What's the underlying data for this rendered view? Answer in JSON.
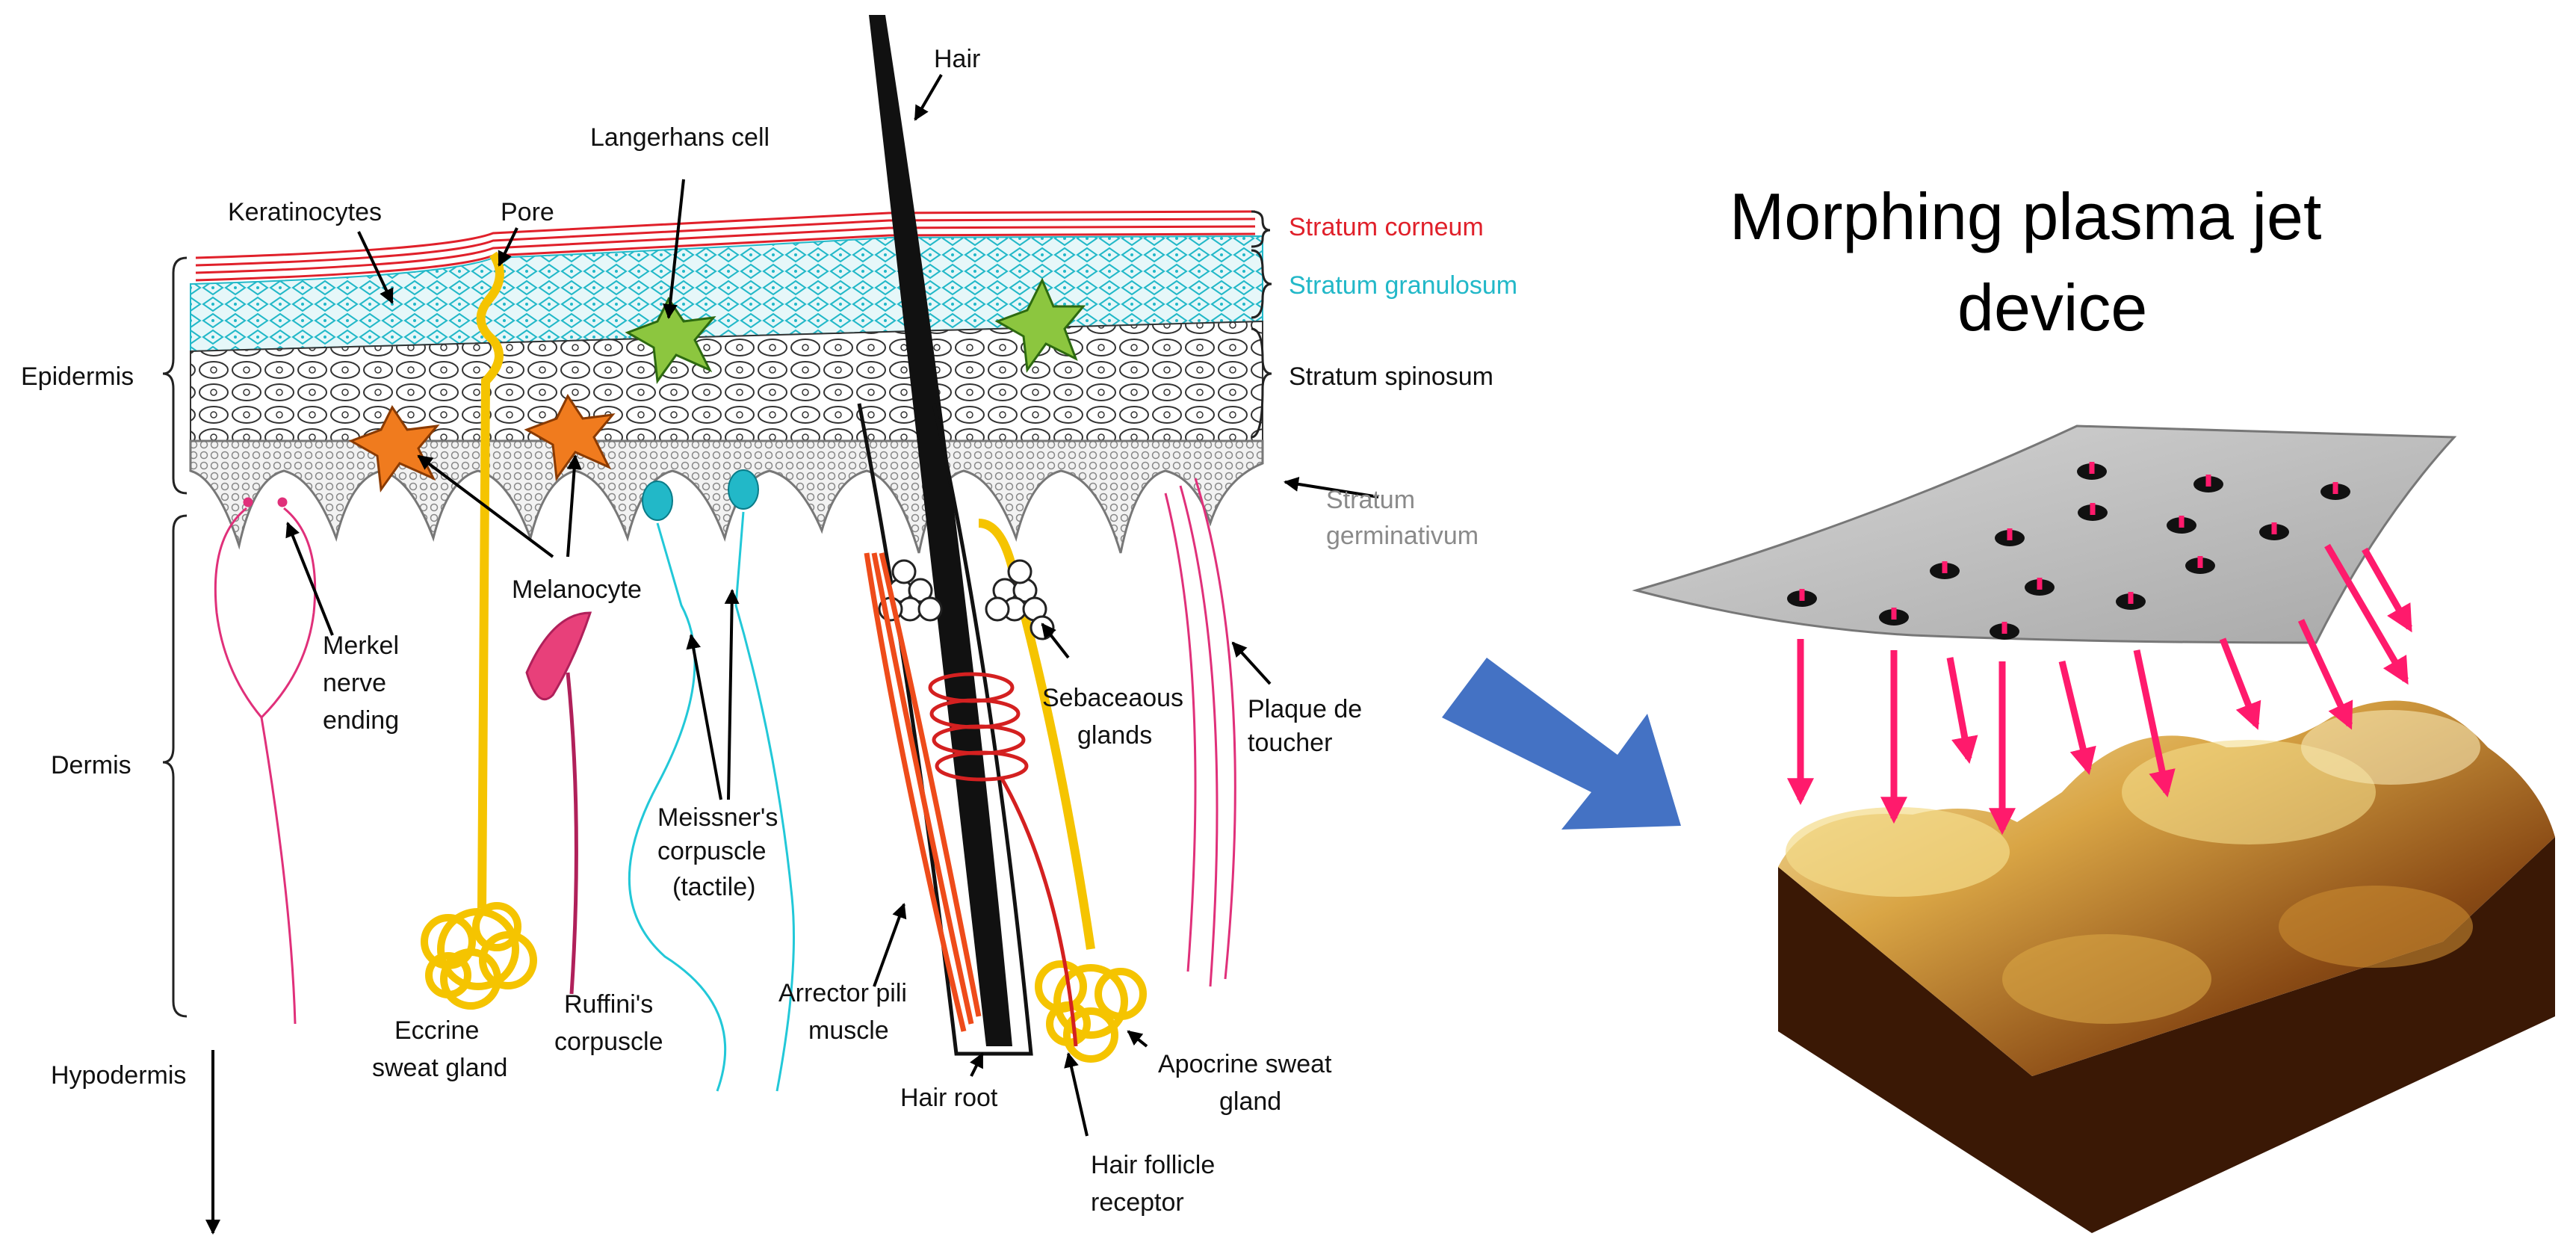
{
  "title": {
    "line1": "Morphing plasma jet",
    "line2": "device"
  },
  "colors": {
    "corneum": "#e0202a",
    "granulosum": "#22b8c8",
    "germinativum_text": "#8a8a8a",
    "pink_arrow": "#ff1a6c",
    "blue_arrow": "#4472c4",
    "gold": "#f5c400",
    "orange": "#f07b1e",
    "green_cell": "#8cc63f",
    "nerve_pink": "#e0307a",
    "cyan_nerve": "#22c8d8",
    "red_vessel": "#e03020"
  },
  "labels": {
    "hair": "Hair",
    "langerhans": "Langerhans cell",
    "keratinocytes": "Keratinocytes",
    "pore": "Pore",
    "stratum_corneum": "Stratum corneum",
    "stratum_granulosum": "Stratum granulosum",
    "stratum_spinosum": "Stratum spinosum",
    "stratum_germinativum_1": "Stratum",
    "stratum_germinativum_2": "germinativum",
    "epidermis": "Epidermis",
    "dermis": "Dermis",
    "hypodermis": "Hypodermis",
    "melanocyte": "Melanocyte",
    "merkel_1": "Merkel",
    "merkel_2": "nerve",
    "merkel_3": "ending",
    "sebaceous_1": "Sebaceaous",
    "sebaceous_2": "glands",
    "plaque_1": "Plaque de",
    "plaque_2": "toucher",
    "meissner_1": "Meissner's",
    "meissner_2": "corpuscle",
    "meissner_3": "(tactile)",
    "eccrine_1": "Eccrine",
    "eccrine_2": "sweat gland",
    "ruffini_1": "Ruffini's",
    "ruffini_2": "corpuscle",
    "arrector_1": "Arrector pili",
    "arrector_2": "muscle",
    "apocrine_1": "Apocrine sweat",
    "apocrine_2": "gland",
    "hair_root": "Hair root",
    "follicle_1": "Hair follicle",
    "follicle_2": "receptor"
  }
}
